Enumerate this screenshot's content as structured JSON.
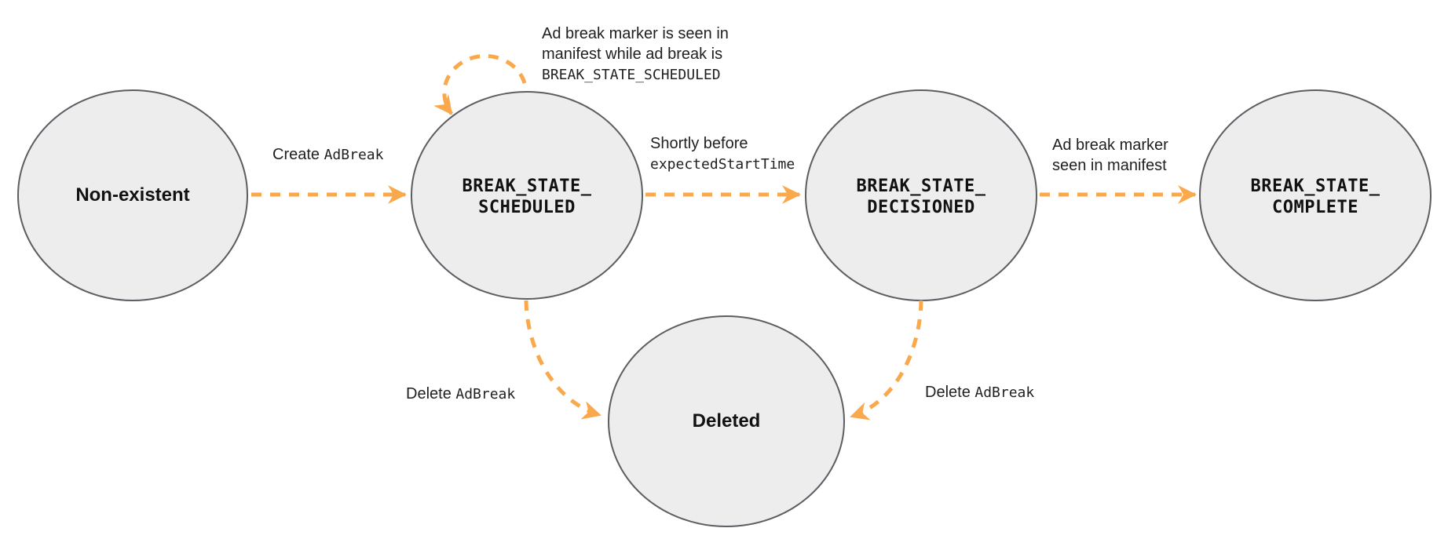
{
  "diagram": {
    "states": [
      {
        "id": "non-existent",
        "label": "Non-existent"
      },
      {
        "id": "break-state-scheduled",
        "line1": "BREAK_STATE_",
        "line2": "SCHEDULED"
      },
      {
        "id": "break-state-decisioned",
        "line1": "BREAK_STATE_",
        "line2": "DECISIONED"
      },
      {
        "id": "break-state-complete",
        "line1": "BREAK_STATE_",
        "line2": "COMPLETE"
      },
      {
        "id": "deleted",
        "label": "Deleted"
      }
    ],
    "transitions": {
      "create": {
        "text": "Create ",
        "code": "AdBreak"
      },
      "self_loop": {
        "line1": "Ad break marker is seen in",
        "line2": "manifest while ad break is",
        "code": "BREAK_STATE_SCHEDULED"
      },
      "shortly": {
        "line1": "Shortly before",
        "code": "expectedStartTime"
      },
      "marker_seen": {
        "line1": "Ad break marker",
        "line2": "seen in manifest"
      },
      "delete_left": {
        "text": "Delete ",
        "code": "AdBreak"
      },
      "delete_right": {
        "text": "Delete ",
        "code": "AdBreak"
      }
    },
    "colors": {
      "arrow": "#F9A94C",
      "state_fill": "#EDEDED",
      "state_border": "#5B5E62",
      "text": "#1F1F1F"
    }
  }
}
